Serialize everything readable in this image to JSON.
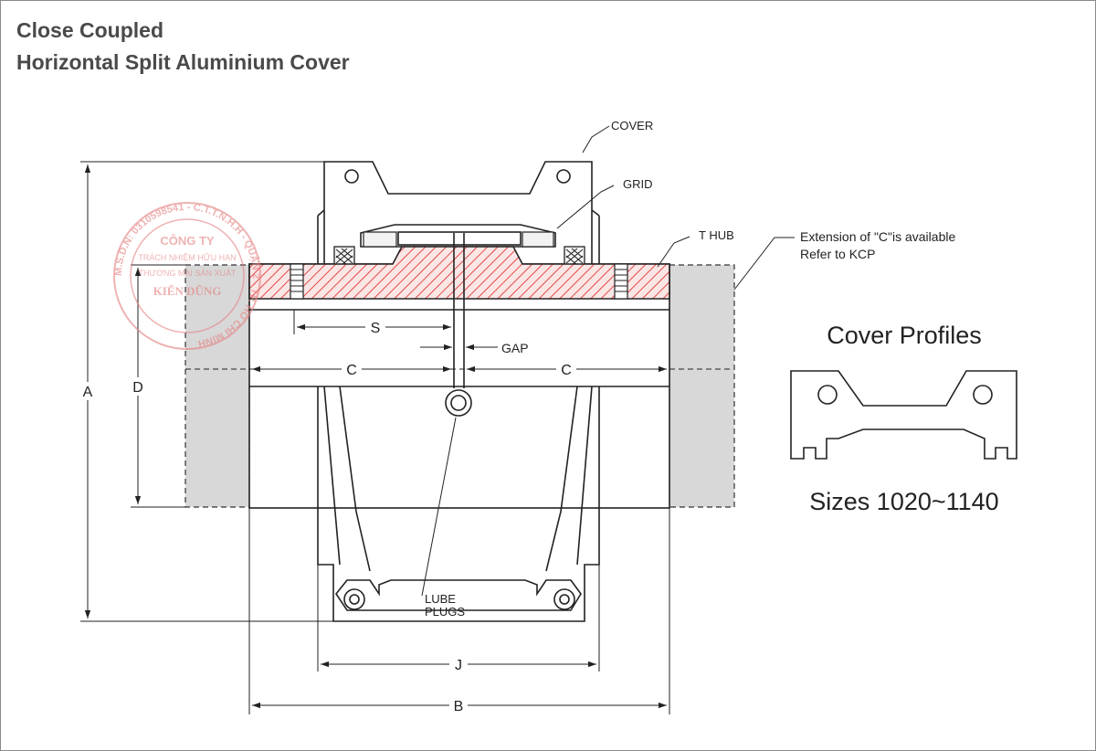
{
  "title": {
    "line1": "Close Coupled",
    "line2": "Horizontal Split Aluminium Cover"
  },
  "callouts": {
    "cover": "COVER",
    "grid": "GRID",
    "t_hub": "T HUB",
    "extension_line1": "Extension of \"C\"is available",
    "extension_line2": "Refer to KCP",
    "lube_line1": "LUBE",
    "lube_line2": "PLUGS"
  },
  "dimensions": {
    "a": "A",
    "b": "B",
    "c_left": "C",
    "c_right": "C",
    "d": "D",
    "j": "J",
    "s": "S",
    "gap": "GAP"
  },
  "profiles": {
    "heading": "Cover Profiles",
    "sizes": "Sizes 1020~1140"
  },
  "stamp": {
    "ring_text": "M.S.D.N: 0310598541 - C.T.T.N.H.H - QUẬN 2 - TP. HỒ CHÍ MINH",
    "line1": "CÔNG TY",
    "line2": "TRÁCH NHIỆM HỮU HẠN",
    "line3": "THƯƠNG MẠI SẢN XUẤT",
    "line4": "KIẾN DŨNG"
  },
  "colors": {
    "hatch": "#e24a4a",
    "stamp": "#e58080",
    "shade": "#d8d8d8",
    "line": "#222222",
    "title": "#4a4a4a"
  }
}
